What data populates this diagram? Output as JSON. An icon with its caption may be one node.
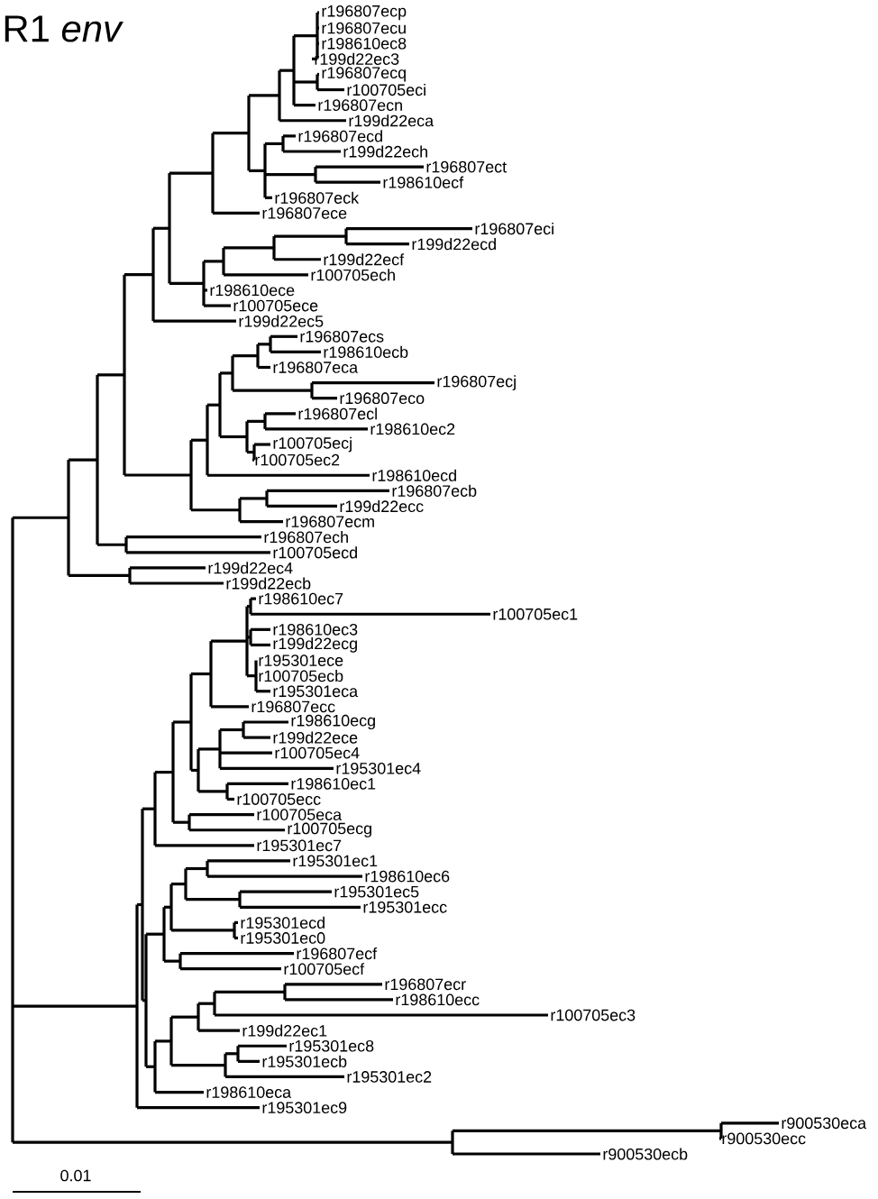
{
  "diagram": {
    "title": "R1 *env*",
    "labels": [
      "r196807ecp",
      "r196807ecu",
      "r198610ec8",
      "r199d22ec3",
      "r196807ecq",
      "r100705eci",
      "r196807ecn",
      "r199d22eca",
      "r196807ecd",
      "r199d22ech",
      "r196807ect",
      "r198610ecf",
      "r196807eck",
      "r196807ece",
      "r196807eci",
      "r199d22ecd",
      "r199d22ecf",
      "r100705ech",
      "r198610ece",
      "r100705ece",
      "r199d22ec5",
      "r196807ecs",
      "r198610ecb",
      "r196807eca",
      "r196807ecj",
      "r196807eco",
      "r196807ecl",
      "r198610ec2",
      "r100705ecj",
      "r100705ec2",
      "r198610ecd",
      "r196807ecb",
      "r199d22ecc",
      "r196807ecm",
      "r196807ech",
      "r100705ecd",
      "r199d22ec4",
      "r199d22ecb",
      "r198610ec7",
      "r100705ec1",
      "r198610ec3",
      "r199d22ecg",
      "r195301ece",
      "r100705ecb",
      "r195301eca",
      "r196807ecc",
      "r198610ecg",
      "r199d22ece",
      "r100705ec4",
      "r195301ec4",
      "r198610ec1",
      "r100705ecc",
      "r100705eca",
      "r100705ecg",
      "r195301ec7",
      "r195301ec1",
      "r198610ec6",
      "r195301ec5",
      "r195301ecc",
      "r195301ecd",
      "r195301ec0",
      "r196807ecf",
      "r100705ecf",
      "r196807ecr",
      "r198610ecc",
      "r100705ec3",
      "r199d22ec1",
      "r195301ec8",
      "r195301ecb",
      "r195301ec2",
      "r198610eca",
      "r195301ec9",
      "r900530eca",
      "r900530ecc",
      "r900530ecb",
      "0.01"
    ]
  }
}
